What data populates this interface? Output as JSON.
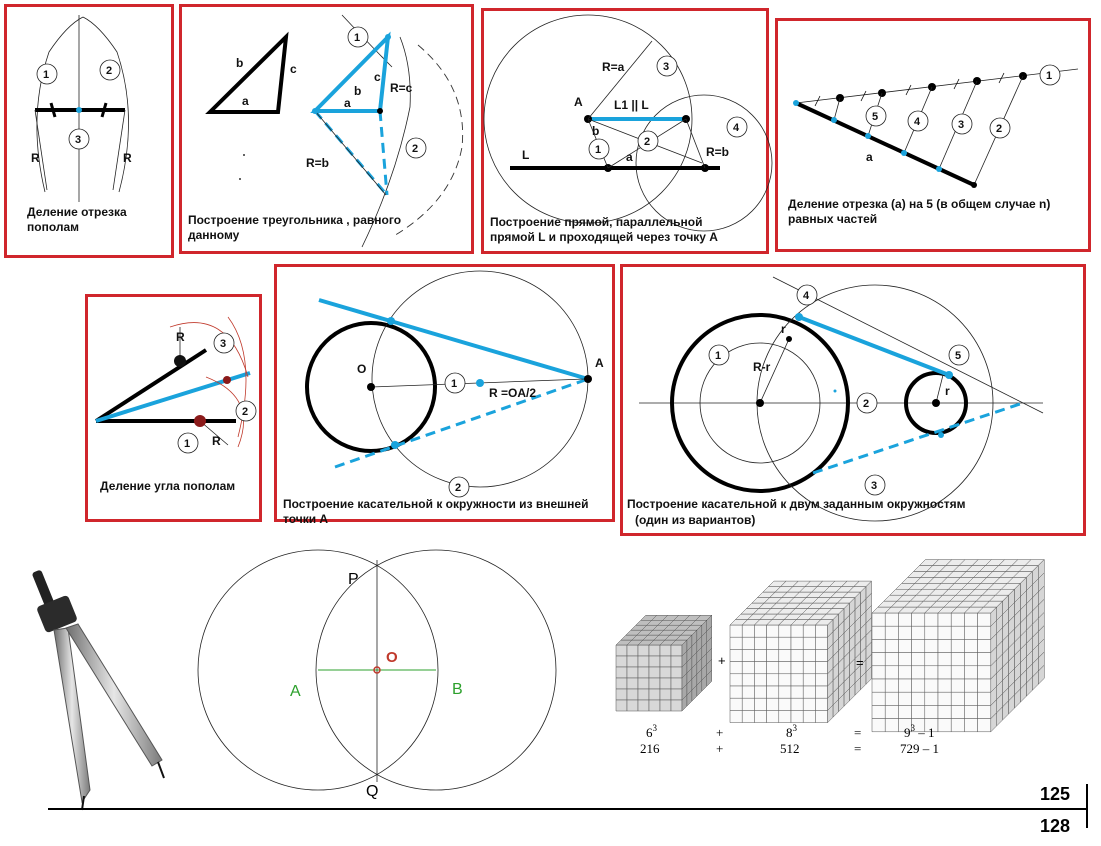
{
  "panels": {
    "bisect_segment": {
      "caption": "Деление отрезка пополам",
      "labels": {
        "n1": "1",
        "n2": "2",
        "n3": "3",
        "r_left": "R",
        "r_right": "R"
      }
    },
    "triangle_copy": {
      "caption": "Построение треугольника  , равного данному",
      "labels": {
        "b": "b",
        "c": "c",
        "a": "a",
        "b2": "b",
        "c2": "c",
        "a2": "a",
        "r_c": "R=c",
        "r_b": "R=b",
        "n1": "1",
        "n2": "2"
      }
    },
    "parallel_line": {
      "caption": "Построение прямой, параллельной прямой L и проходящей через точку А",
      "labels": {
        "r_a": "R=a",
        "n3": "3",
        "A": "A",
        "L1L": "L1 || L",
        "b": "b",
        "n4": "4",
        "n2": "2",
        "n1": "1",
        "L": "L",
        "a": "a",
        "r_b": "R=b"
      }
    },
    "divide_segment": {
      "caption": "Деление отрезка (a) на 5 (в общем случае n) равных частей",
      "labels": {
        "n1": "1",
        "n5": "5",
        "n4": "4",
        "n3": "3",
        "n2": "2",
        "a": "a"
      }
    },
    "bisect_angle": {
      "caption": "Деление угла пополам",
      "labels": {
        "r_top": "R",
        "n3": "3",
        "n2": "2",
        "n1": "1",
        "r_bottom": "R"
      }
    },
    "tangent_external": {
      "caption": "Построение касательной к окружности из внешней точки А",
      "labels": {
        "O": "O",
        "A": "A",
        "n1": "1",
        "r": "R =OA/2",
        "n2": "2"
      }
    },
    "tangent_two_circles": {
      "caption_line1": "Построение касательной к двум заданным окружностям",
      "caption_line2": "(один из вариантов)",
      "labels": {
        "n4": "4",
        "r": "r",
        "n1": "1",
        "r_minus": "R-r",
        "n2": "2",
        "n5": "5",
        "r2": "r",
        "n3": "3"
      }
    }
  },
  "bisector_figure": {
    "P": "P",
    "Q": "Q",
    "A": "A",
    "B": "B",
    "O": "O"
  },
  "cubes": {
    "plus1": "+",
    "eq1": "=",
    "exp1_base": "6",
    "exp1_pow": "3",
    "exp2_base": "8",
    "exp2_pow": "3",
    "exp3_base": "9",
    "exp3_pow": "3",
    "exp3_tail": " – 1",
    "val1": "216",
    "plus2": "+",
    "val2": "512",
    "eq2": "=",
    "val3": "729 – 1",
    "sizes": [
      6,
      8,
      9
    ]
  },
  "page_numbers": {
    "top": "125",
    "bottom": "128"
  },
  "colors": {
    "panel_border": "#d0262c",
    "accent_blue": "#1aa3dc",
    "point_red": "#8b1a1a",
    "label_green": "#2ca02c",
    "center_red": "#c0392b"
  }
}
